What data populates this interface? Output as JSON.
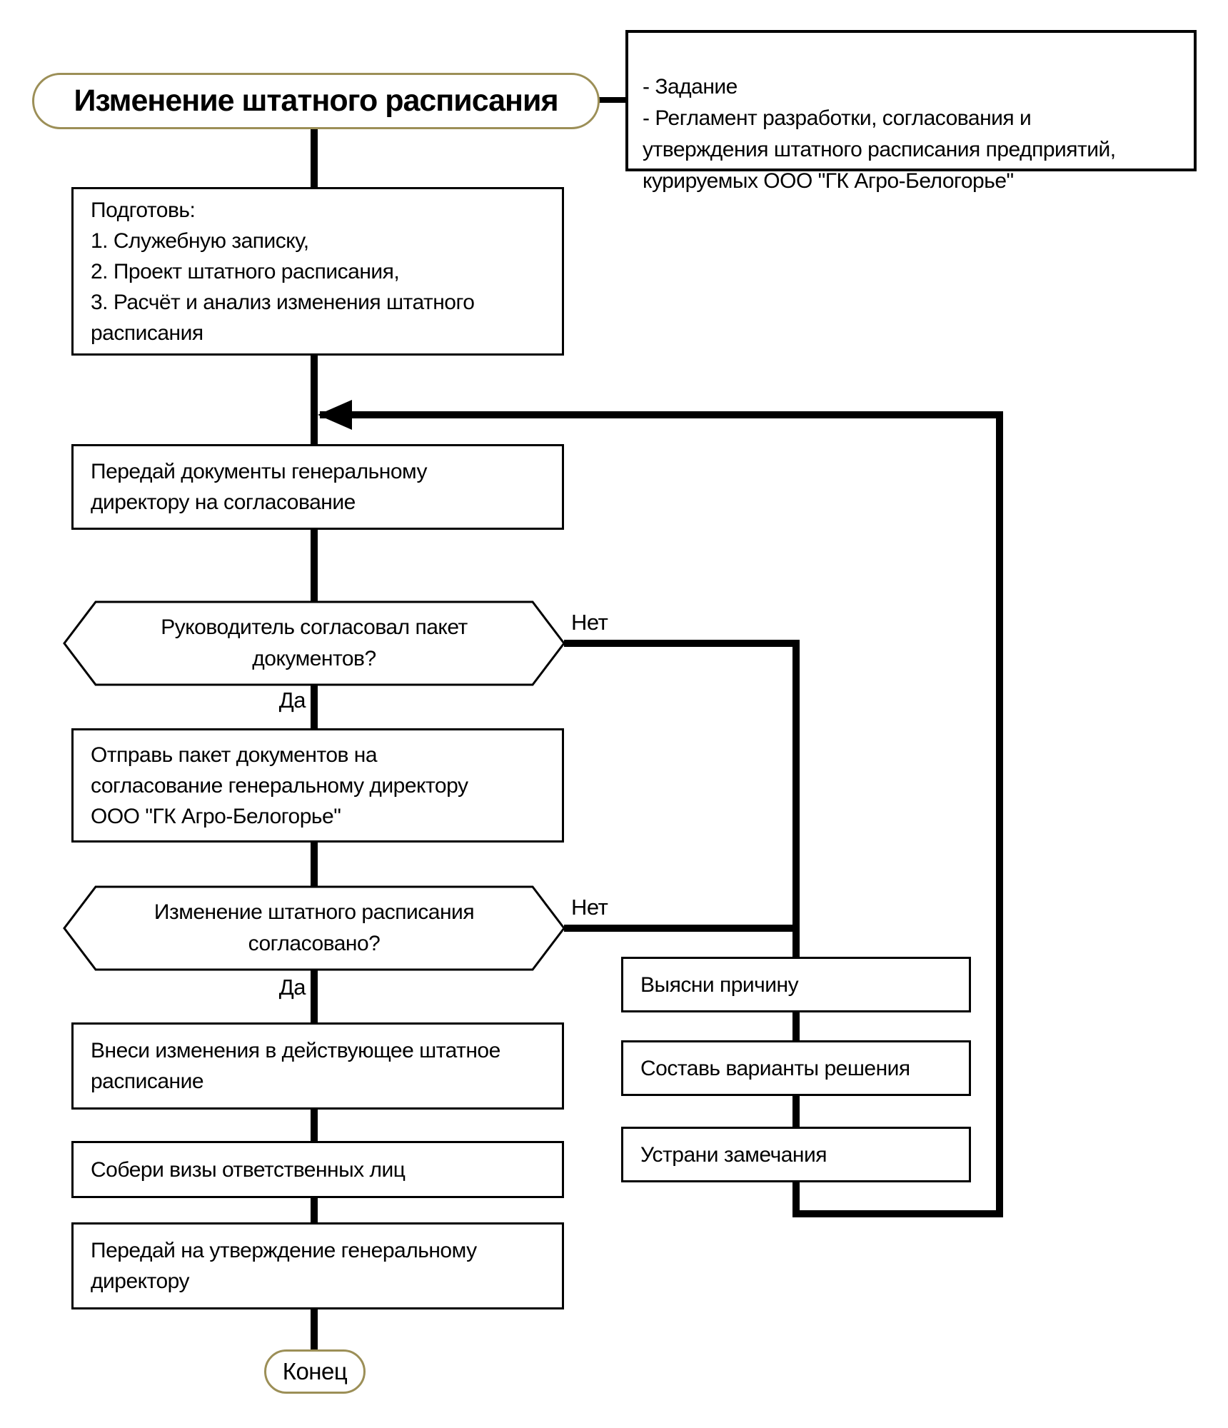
{
  "title": {
    "text": "Изменение штатного расписания"
  },
  "note": {
    "text": "- Задание\n- Регламент разработки, согласования и\nутверждения штатного расписания предприятий,\nкурируемых ООО \"ГК Агро-Белогорье\""
  },
  "nodes": {
    "prepare": {
      "text": "Подготовь:\n1. Служебную записку,\n2. Проект штатного расписания,\n3. Расчёт и анализ изменения штатного\nрасписания"
    },
    "handover": {
      "text": "Передай документы генеральному\nдиректору на согласование"
    },
    "decision1": {
      "text": "Руководитель согласовал пакет\nдокументов?"
    },
    "send": {
      "text": "Отправь пакет документов на\nсогласование генеральному директору\nООО \"ГК Агро-Белогорье\""
    },
    "decision2": {
      "text": "Изменение штатного расписания\nсогласовано?"
    },
    "apply": {
      "text": "Внеси изменения в действующее штатное\nрасписание"
    },
    "visas": {
      "text": "Собери визы ответственных лиц"
    },
    "approve": {
      "text": "Передай на утверждение генеральному\nдиректору"
    },
    "end": {
      "text": "Конец"
    }
  },
  "remedies": [
    {
      "text": "Выясни причину"
    },
    {
      "text": "Составь варианты решения"
    },
    {
      "text": "Устрани замечания"
    }
  ],
  "labels": {
    "yes": "Да",
    "no": "Нет"
  },
  "colors": {
    "terminator_border": "#9c8f57",
    "line": "#000000",
    "node_fill": "#ffffff"
  }
}
